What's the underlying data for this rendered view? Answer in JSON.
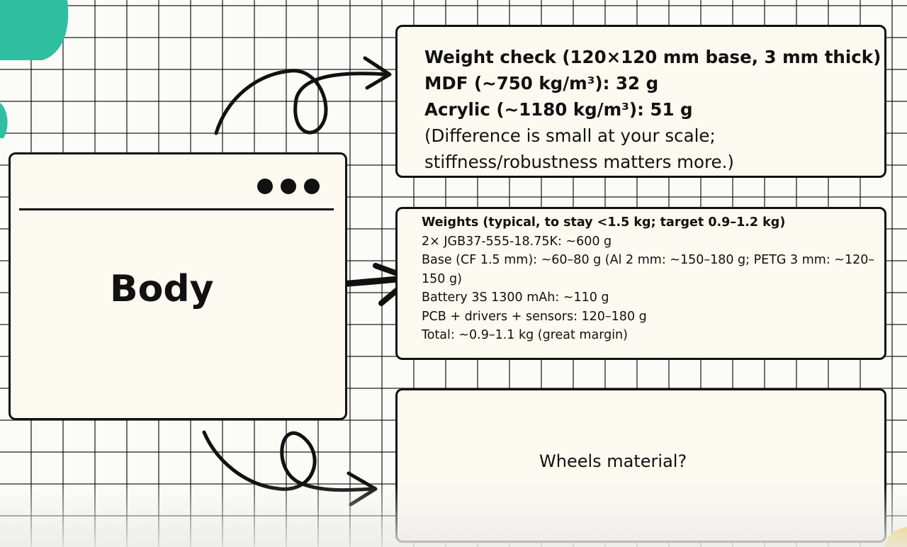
{
  "colors": {
    "teal_blob": "#2fbfa0",
    "yellow_blob": "#f2c43a",
    "card_fill": "#fbf9f0",
    "ink": "#111111"
  },
  "body_card": {
    "title": "Body"
  },
  "weight_check": {
    "line1": "Weight check (120×120 mm base, 3 mm thick)",
    "line2": "MDF (~750 kg/m³): 32 g",
    "line3": "Acrylic (~1180 kg/m³): 51 g",
    "line4": "(Difference is small at your scale;",
    "line5": "stiffness/robustness matters more.)"
  },
  "weights": {
    "heading": "Weights (typical, to stay <1.5 kg; target 0.9–1.2 kg)",
    "line1": "2× JGB37-555-18.75K: ~600 g",
    "line2": "Base (CF 1.5 mm): ~60–80 g (Al 2 mm: ~150–180 g; PETG 3 mm: ~120–",
    "line3": "150 g)",
    "line4": "Battery 3S 1300 mAh: ~110 g",
    "line5": "PCB + drivers + sensors: 120–180 g",
    "line6": "Total: ~0.9–1.1 kg (great margin)"
  },
  "wheels": {
    "question": "Wheels material?"
  }
}
